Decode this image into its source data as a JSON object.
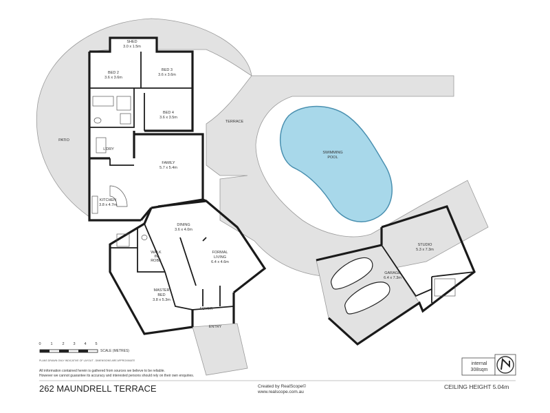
{
  "address": "262 MAUNDRELL TERRACE",
  "ceiling_height": "CEILING HEIGHT 5.04m",
  "credits": {
    "line1": "Created by RealScope©",
    "line2": "www.realscope.com.au"
  },
  "internal": {
    "label": "internal",
    "value": "308sqm"
  },
  "scale": {
    "label": "SCALE (METRES)",
    "ticks": [
      "0",
      "1",
      "2",
      "3",
      "4",
      "5"
    ]
  },
  "scale_note": "PLANS DRAWN ONLY INDICATIVE OF LAYOUT - DIMENSIONS ARE APPROXIMATE",
  "disclaimer": {
    "line1": "All information contained herein is gathered from sources we believe to be reliable.",
    "line2": "However we cannot guarantee its accuracy and interested persons should rely on their own enquiries."
  },
  "compass_icon": "north-arrow-icon",
  "rooms": {
    "shed": {
      "name": "SHED",
      "size": "3.0 x 1.5m"
    },
    "bed2": {
      "name": "BED 2",
      "size": "3.6 x 3.6m"
    },
    "bed3": {
      "name": "BED 3",
      "size": "3.6 x 3.6m"
    },
    "bed4": {
      "name": "BED 4",
      "size": "3.6 x 3.5m"
    },
    "laundry": {
      "name": "L'DRY"
    },
    "family": {
      "name": "FAMILY",
      "size": "5.7 x 5.4m"
    },
    "kitchen": {
      "name": "KITCHEN",
      "size": "3.8 x 4.7m"
    },
    "dining": {
      "name": "DINING",
      "size": "3.6 x 4.0m"
    },
    "formal_living": {
      "name1": "FORMAL",
      "name2": "LIVING",
      "size": "6.4 x 4.6m"
    },
    "walk_in_robe": {
      "name1": "WALK",
      "name2": "IN",
      "name3": "ROBE"
    },
    "master_bed": {
      "name1": "MASTER",
      "name2": "BED",
      "size": "3.8 x 5.3m"
    },
    "foyer": {
      "name": "FOYER"
    },
    "entry": {
      "name": "ENTRY"
    },
    "patio": {
      "name": "PATIO"
    },
    "terrace": {
      "name": "TERRACE"
    },
    "pool": {
      "name1": "SWIMMING",
      "name2": "POOL"
    },
    "studio": {
      "name": "STUDIO",
      "size": "5.3 x 7.3m"
    },
    "garage": {
      "name": "GARAGE",
      "size": "6.4 x 7.3m"
    }
  },
  "colors": {
    "pool": "#a8d8ea",
    "paving": "#e2e2e2",
    "wall": "#1a1a1a"
  }
}
